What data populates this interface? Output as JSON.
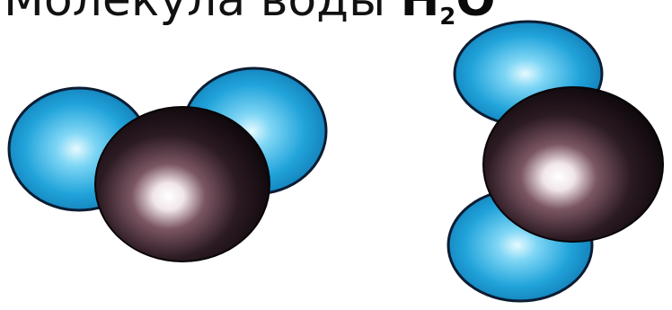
{
  "title": {
    "text": "Молекула воды",
    "formula_element_h": "H",
    "formula_subscript": "2",
    "formula_element_o": "O"
  },
  "colors": {
    "hydrogen": "#1f9ed6",
    "hydrogen_highlight": "#dff7ff",
    "hydrogen_outline": "#0b1d33",
    "oxygen": "#140c10",
    "oxygen_mid": "#5a3a46",
    "oxygen_highlight": "#ffffff"
  },
  "molecules": [
    {
      "name": "water-molecule-angled",
      "atoms": [
        {
          "element": "H",
          "role": "hydrogen-left"
        },
        {
          "element": "H",
          "role": "hydrogen-right"
        },
        {
          "element": "O",
          "role": "oxygen"
        }
      ]
    },
    {
      "name": "water-molecule-vertical",
      "atoms": [
        {
          "element": "H",
          "role": "hydrogen-top"
        },
        {
          "element": "H",
          "role": "hydrogen-bottom"
        },
        {
          "element": "O",
          "role": "oxygen"
        }
      ]
    }
  ]
}
